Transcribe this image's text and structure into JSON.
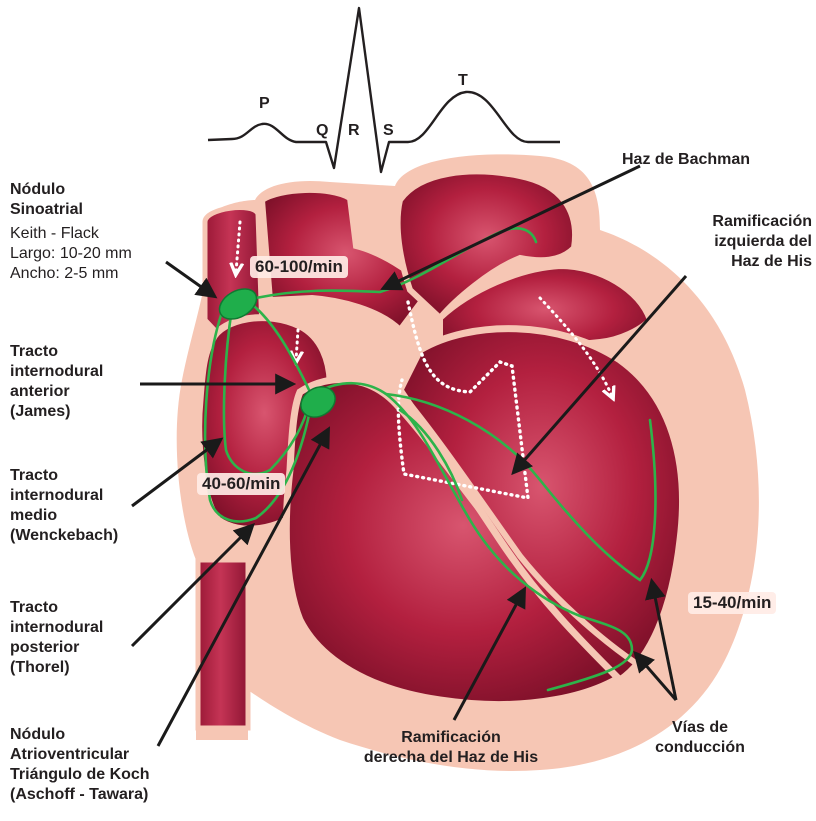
{
  "ecg": {
    "p": "P",
    "q": "Q",
    "r": "R",
    "s": "S",
    "t": "T"
  },
  "rates": {
    "sa": "60-100/min",
    "av": "40-60/min",
    "ventricle": "15-40/min"
  },
  "labels": {
    "sa_node": {
      "line1": "Nódulo",
      "line2": "Sinoatrial",
      "line3": "Keith - Flack",
      "line4": "Largo: 10-20 mm",
      "line5": "Ancho: 2-5 mm"
    },
    "anterior": {
      "line1": "Tracto",
      "line2": "internodural",
      "line3": "anterior",
      "line4": "(James)"
    },
    "medio": {
      "line1": "Tracto",
      "line2": "internodural",
      "line3": "medio",
      "line4": "(Wenckebach)"
    },
    "posterior": {
      "line1": "Tracto",
      "line2": "internodural",
      "line3": "posterior",
      "line4": "(Thorel)"
    },
    "av_node": {
      "line1": "Nódulo",
      "line2": "Atrioventricular",
      "line3": "Triángulo de Koch",
      "line4": "(Aschoff - Tawara)"
    },
    "bachman": {
      "line1": "Haz de Bachman"
    },
    "left_branch": {
      "line1": "Ramificación",
      "line2": "izquierda del",
      "line3": "Haz de His"
    },
    "right_branch": {
      "line1": "Ramificación",
      "line2": "derecha del Haz de His"
    },
    "pathways": {
      "line1": "Vías de",
      "line2": "conducción"
    }
  },
  "colors": {
    "muscle": "#b3203f",
    "muscle_dark": "#8a1430",
    "pericardium": "#f6c6b4",
    "node": "#1fae4b",
    "conduction": "#2db34a",
    "arrow": "#1a1a1a"
  }
}
